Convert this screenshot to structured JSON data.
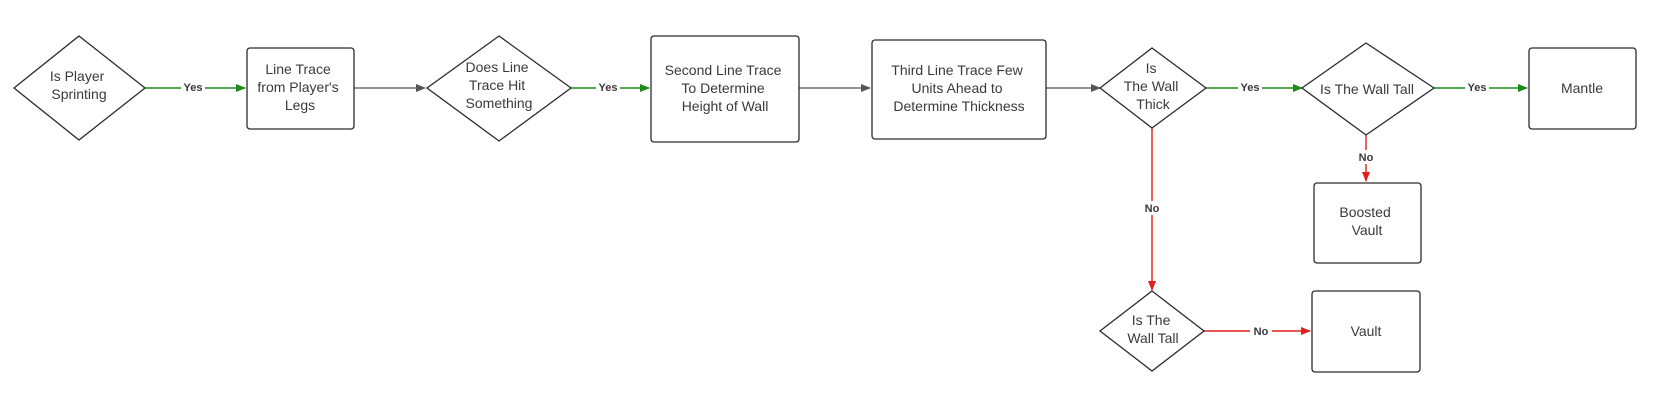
{
  "colors": {
    "yes_edge": "#1a8a1a",
    "no_edge": "#e0201c",
    "plain_edge": "#555555"
  },
  "nodes": {
    "is_player_sprinting": [
      "Is Player",
      "Sprinting"
    ],
    "line_trace_legs": [
      "Line Trace",
      "from Player's",
      "Legs"
    ],
    "does_line_trace_hit": [
      "Does Line",
      "Trace Hit",
      "Something"
    ],
    "second_line_trace": [
      "Second Line Trace",
      "To Determine",
      "Height of Wall"
    ],
    "third_line_trace": [
      "Third Line Trace Few",
      "Units Ahead to",
      "Determine Thickness"
    ],
    "is_wall_thick": [
      "Is",
      "The Wall",
      "Thick"
    ],
    "is_wall_tall_top": [
      "Is The Wall Tall"
    ],
    "mantle": [
      "Mantle"
    ],
    "boosted_vault": [
      "Boosted",
      "Vault"
    ],
    "is_wall_tall_bottom": [
      "Is The",
      "Wall Tall"
    ],
    "vault": [
      "Vault"
    ]
  },
  "edge_labels": {
    "yes": "Yes",
    "no": "No"
  }
}
